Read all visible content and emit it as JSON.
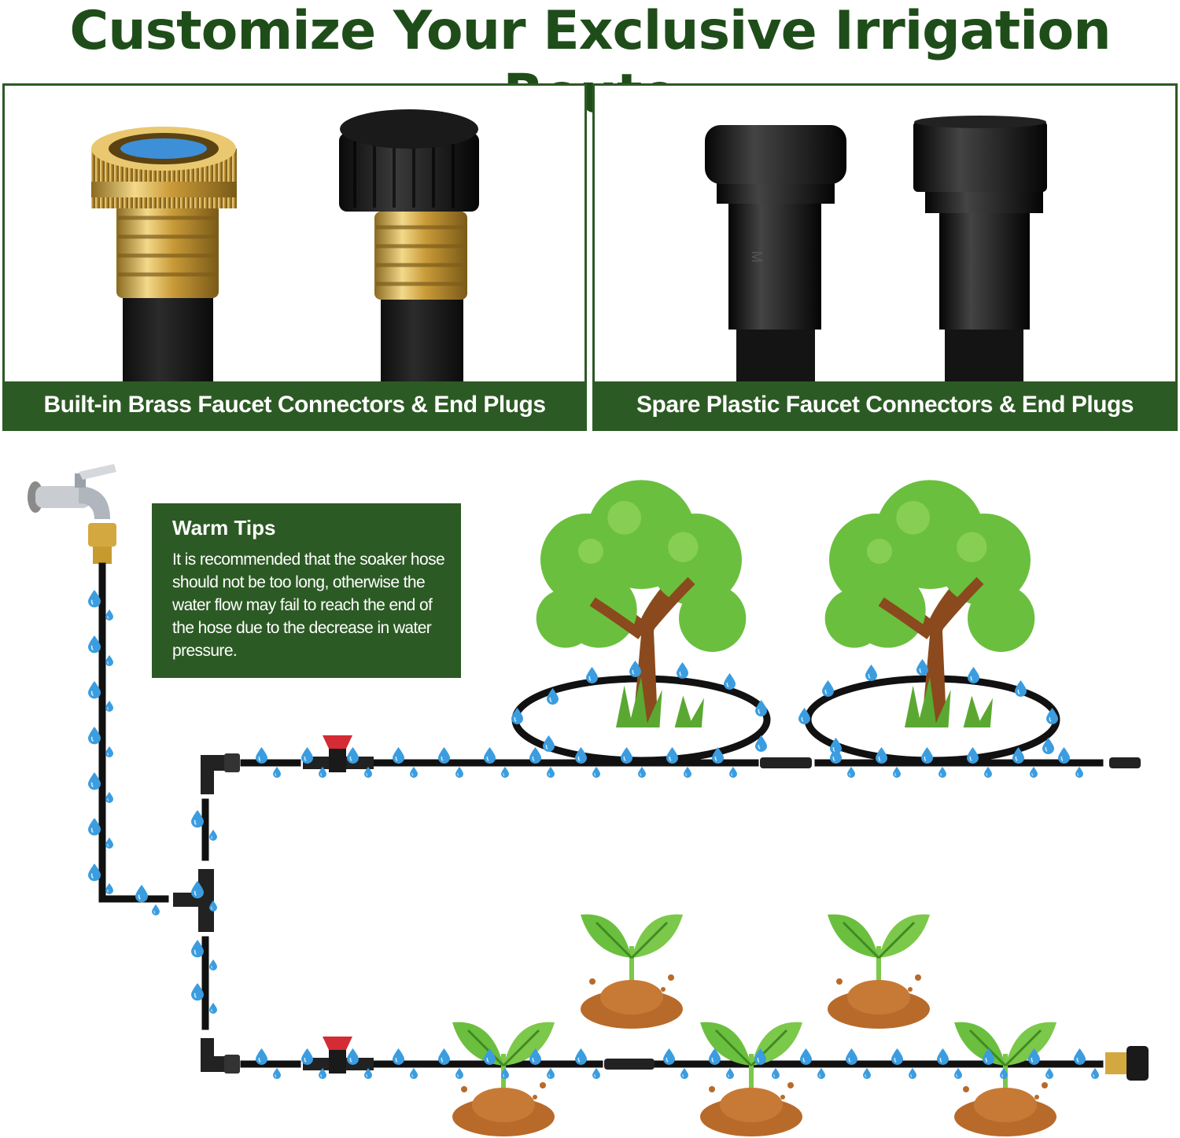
{
  "header": {
    "title": "Customize Your Exclusive Irrigation Route"
  },
  "panels": [
    {
      "caption": "Built-in Brass Faucet Connectors & End Plugs",
      "items": [
        "brass-faucet-connector",
        "brass-end-plug-cap"
      ]
    },
    {
      "caption": "Spare Plastic Faucet Connectors & End Plugs",
      "items": [
        "plastic-end-plug",
        "plastic-faucet-connector"
      ],
      "mold_mark": "M"
    }
  ],
  "tips": {
    "title": "Warm Tips",
    "body": "It is recommended that the soaker hose should not be too long, otherwise the water flow may fail to reach the end of the hose due to the decrease in water pressure."
  },
  "diagram": {
    "icons": [
      "faucet-icon",
      "tree-icon",
      "sprout-icon",
      "valve-icon",
      "tee-connector-icon",
      "elbow-connector-icon",
      "end-cap-icon",
      "water-drop-icon"
    ],
    "colors": {
      "brand_green": "#2c5a24",
      "title_green": "#1f4d1a",
      "hose": "#111111",
      "water": "#3b9de0",
      "foliage": "#6bbf3e",
      "trunk": "#8a4a1d",
      "soil": "#b86a2a",
      "valve": "#d42b34",
      "brass": "#d4a840"
    }
  }
}
